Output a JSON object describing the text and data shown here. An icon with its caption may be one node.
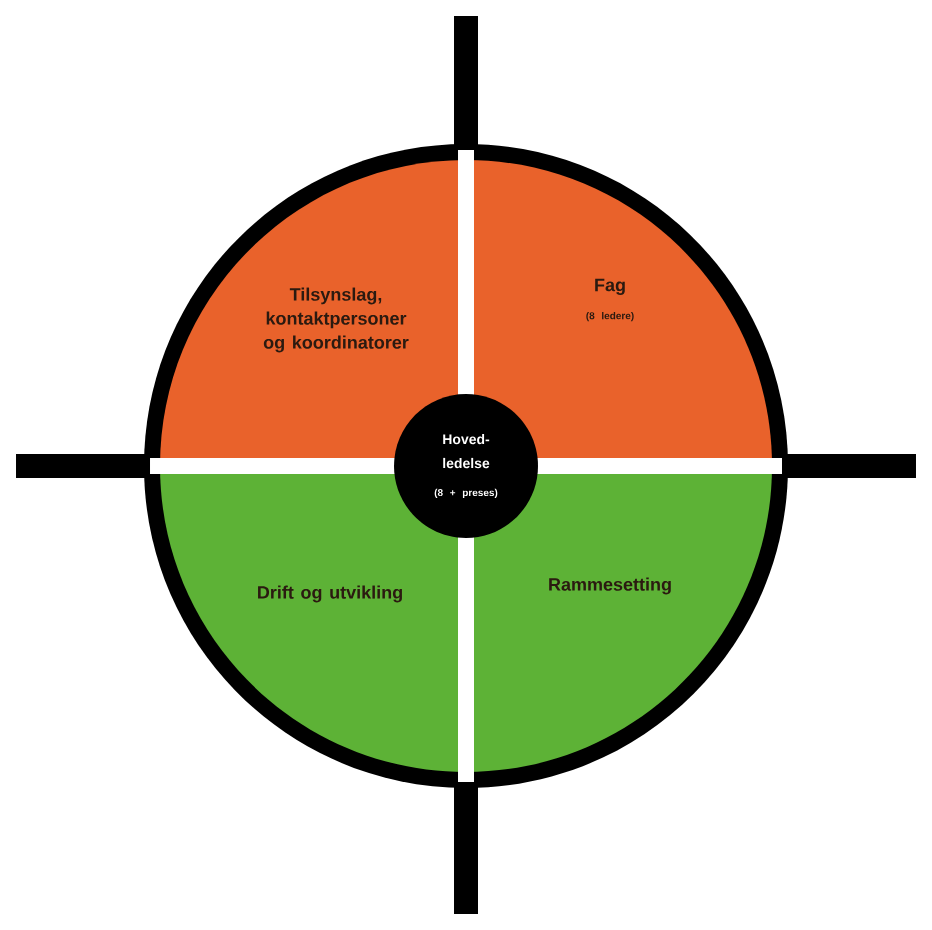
{
  "diagram": {
    "nodes": [
      {
        "text": [
          "Tilsynslag, kontaktpersoner og koordinatorer"
        ]
      },
      {
        "text": [
          "Fag",
          "(8 ledere)"
        ]
      },
      {
        "text": [
          "Hoved- ledelse",
          "(8 + preses)"
        ]
      },
      {
        "text": [
          "Drift og utvikling"
        ]
      },
      {
        "text": [
          "Rammesetting"
        ]
      }
    ]
  }
}
